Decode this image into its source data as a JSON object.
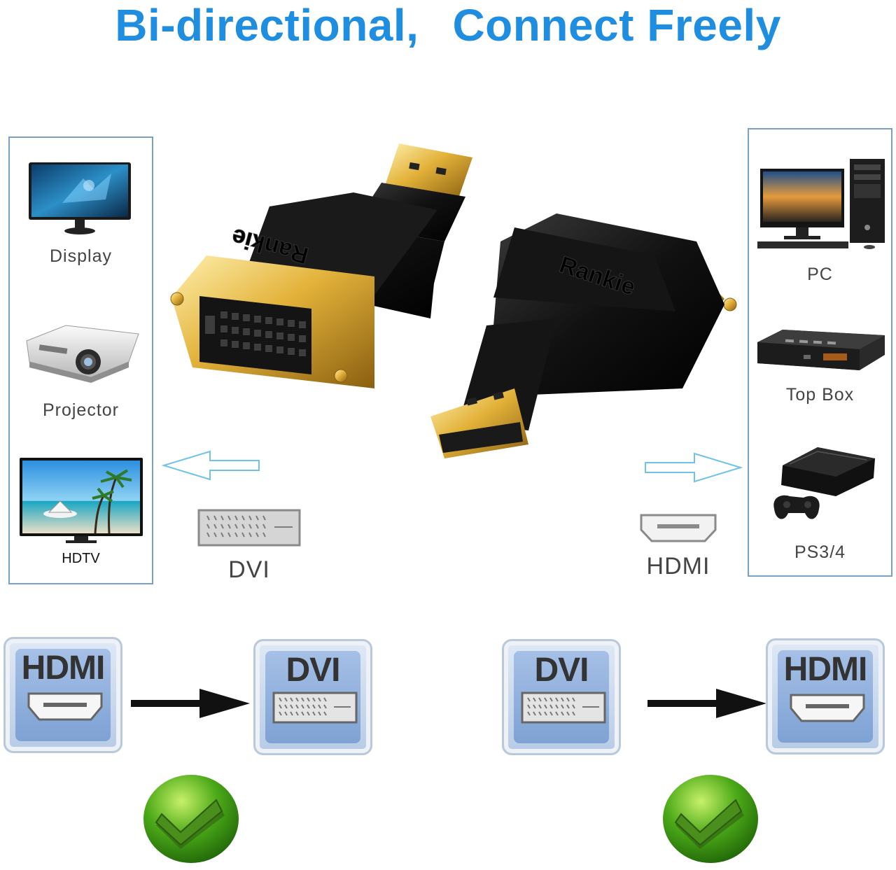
{
  "header": {
    "title_left": "Bi-directional,",
    "title_right": "Connect Freely"
  },
  "colors": {
    "accent": "#1f8ee0",
    "panel_border": "#7aa0c4",
    "check_green": "#4caa18"
  },
  "left_panel": {
    "devices": [
      {
        "label": "Display",
        "icon": "monitor-icon"
      },
      {
        "label": "Projector",
        "icon": "projector-icon"
      },
      {
        "label": "HDTV",
        "icon": "tv-icon"
      }
    ]
  },
  "right_panel": {
    "devices": [
      {
        "label": "PC",
        "icon": "desktop-pc-icon"
      },
      {
        "label": "Top Box",
        "icon": "set-top-box-icon"
      },
      {
        "label": "PS3/4",
        "icon": "game-console-icon"
      }
    ]
  },
  "ports": {
    "left_caption": "DVI",
    "right_caption": "HDMI"
  },
  "adapter": {
    "brand": "Rankie"
  },
  "flows": [
    {
      "from": "HDMI",
      "to": "DVI"
    },
    {
      "from": "DVI",
      "to": "HDMI"
    }
  ]
}
